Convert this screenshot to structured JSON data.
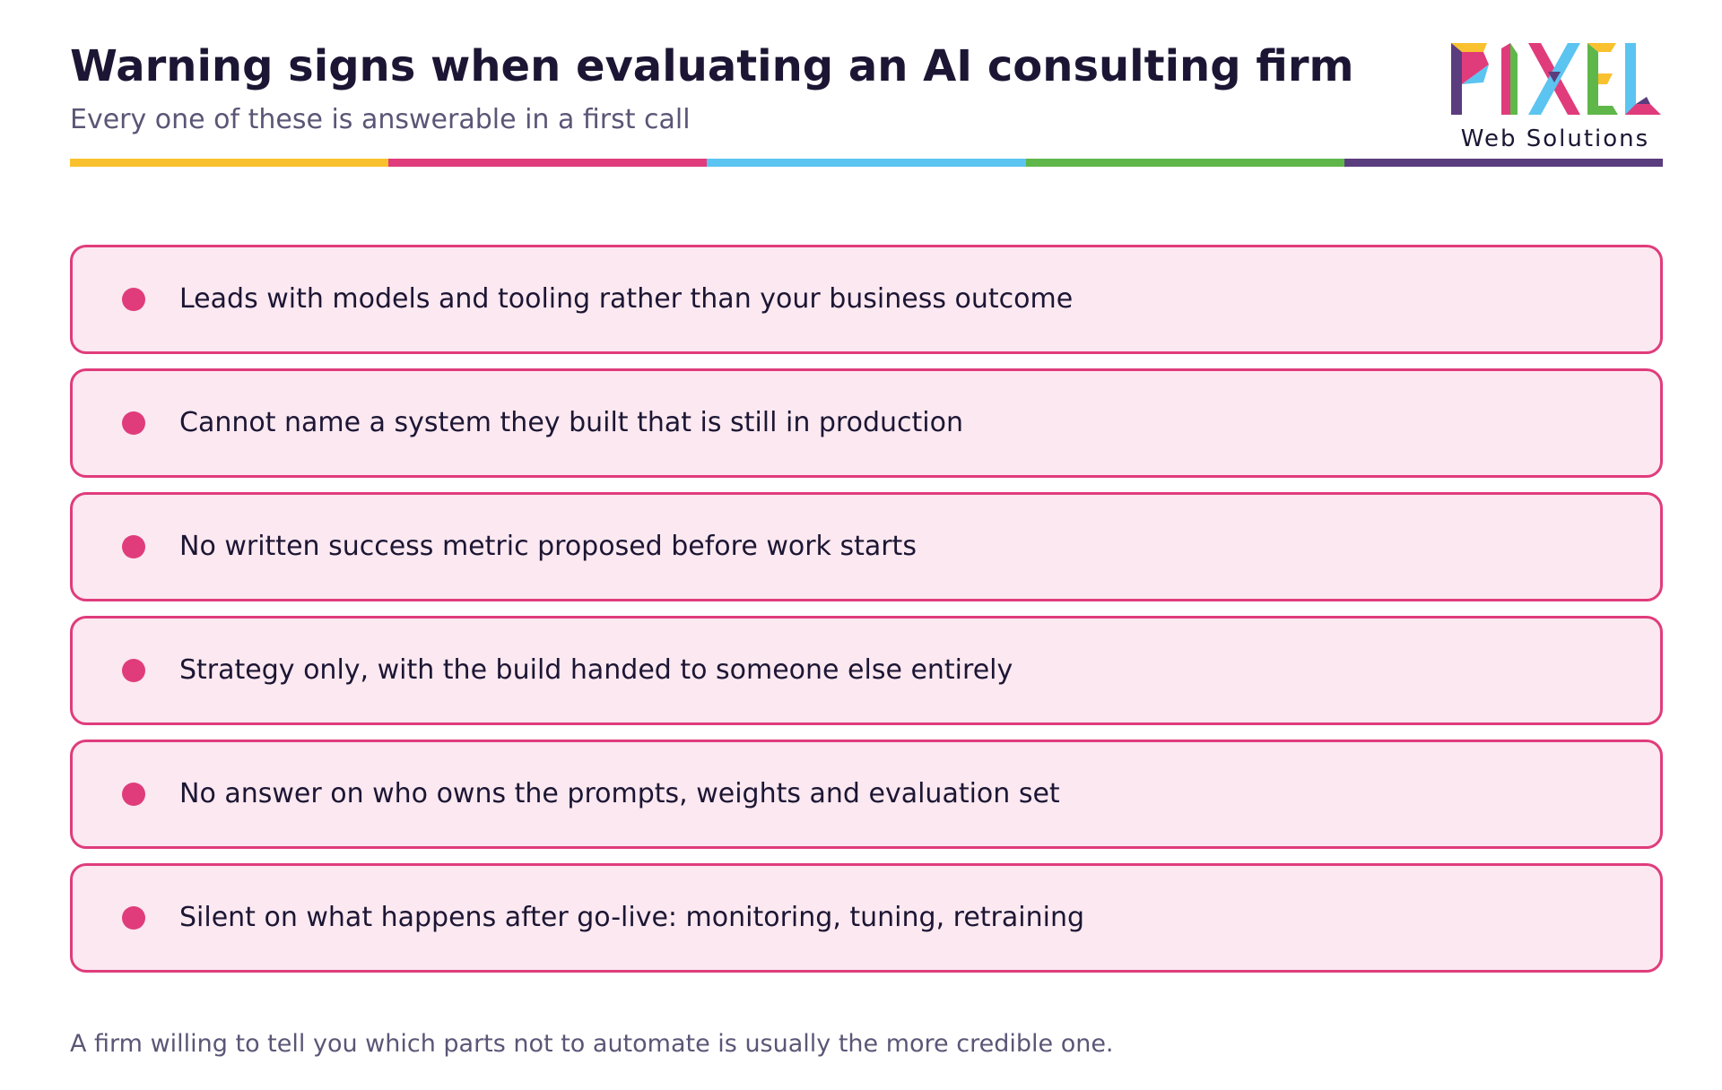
{
  "header": {
    "title": "Warning signs when evaluating an AI consulting firm",
    "subtitle": "Every one of these is answerable in a first call"
  },
  "logo": {
    "wordmark": "PIXEL",
    "tagline": "Web Solutions",
    "colors": [
      "#f9c12e",
      "#e03c7c",
      "#5bc4f0",
      "#5fb74a",
      "#5a3d7e"
    ]
  },
  "accent_bar_colors": [
    "#f9c12e",
    "#e03c7c",
    "#5bc4f0",
    "#5fb74a",
    "#5a3d7e"
  ],
  "warnings": [
    "Leads with models and tooling rather than your business outcome",
    "Cannot name a system they built that is still in production",
    "No written success metric proposed before work starts",
    "Strategy only, with the build handed to someone else entirely",
    "No answer on who owns the prompts, weights and evaluation set",
    "Silent on what happens after go-live: monitoring, tuning, retraining"
  ],
  "footer": {
    "note": "A firm willing to tell you which parts not to automate is usually the more credible one."
  }
}
